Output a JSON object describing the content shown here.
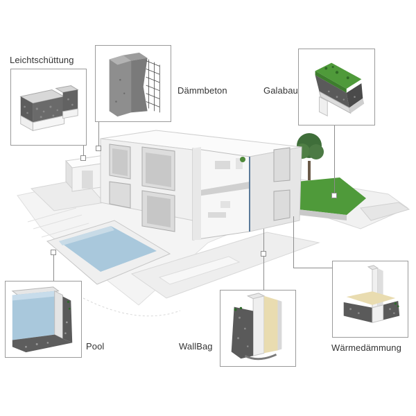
{
  "callouts": {
    "leichtschuttung": {
      "label": "Leichtschüttung"
    },
    "dammbeton": {
      "label": "Dämmbeton"
    },
    "galabau": {
      "label": "Galabau"
    },
    "pool": {
      "label": "Pool"
    },
    "wallbag": {
      "label": "WallBag"
    },
    "warmedammung": {
      "label": "Wärmedämmung"
    }
  },
  "colors": {
    "leader": "#8c8c8c",
    "concrete": "#9b9b9b",
    "gravel": "#5a5a5a",
    "grass": "#4f9a3a",
    "water": "#a9c8dc",
    "insulation": "#e8dcb0"
  }
}
